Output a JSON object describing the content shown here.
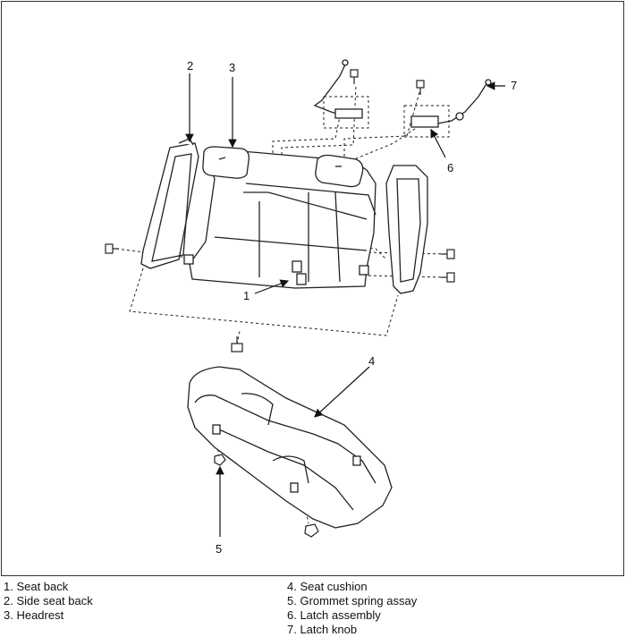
{
  "callouts": {
    "c1": "1",
    "c2": "2",
    "c3": "3",
    "c4": "4",
    "c5": "5",
    "c6": "6",
    "c7": "7"
  },
  "legend": {
    "left": [
      "1. Seat back",
      "2. Side seat back",
      "3. Headrest"
    ],
    "right": [
      "4. Seat cushion",
      "5. Grommet spring assay",
      "6. Latch assembly",
      "7. Latch knob"
    ]
  }
}
